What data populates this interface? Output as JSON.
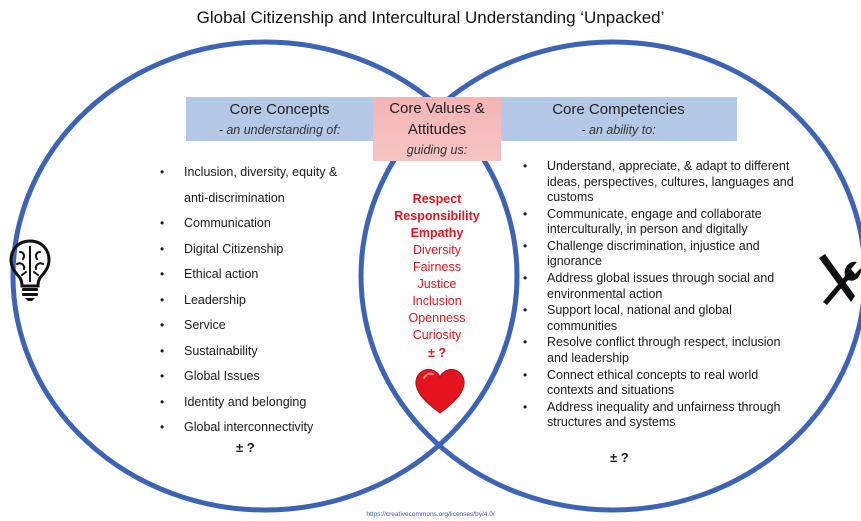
{
  "title": "Global Citizenship and Intercultural Understanding ‘Unpacked’",
  "concepts": {
    "heading": "Core Concepts",
    "subheading": "- an understanding of:",
    "items": [
      "Inclusion, diversity, equity &",
      "anti-discrimination",
      "Communication",
      "Digital Citizenship",
      "Ethical action",
      "Leadership",
      "Service",
      "Sustainability",
      "Global Issues",
      "Identity and belonging",
      "Global interconnectivity"
    ],
    "extra": "± ?"
  },
  "values": {
    "heading_line1": "Core Values &",
    "heading_line2": "Attitudes",
    "subheading": "guiding us:",
    "bold_items": [
      "Respect",
      "Responsibility",
      "Empathy"
    ],
    "items": [
      "Diversity",
      "Fairness",
      "Justice",
      "Inclusion",
      "Openness",
      "Curiosity"
    ],
    "extra": "± ?"
  },
  "competencies": {
    "heading": "Core Competencies",
    "subheading": "- an ability to:",
    "items": [
      "Understand, appreciate, & adapt to different ideas, perspectives, cultures, languages and customs",
      "Communicate, engage and collaborate interculturally, in person and digitally",
      "Challenge discrimination, injustice and ignorance",
      "Address global issues through social and environmental action",
      "Support local, national and global communities",
      "Resolve conflict through respect, inclusion and leadership",
      "Connect ethical concepts to real world contexts and situations",
      "Address inequality and unfairness through structures and systems"
    ],
    "extra": "± ?"
  },
  "footer_link": "https://creativecommons.org/licenses/by/4.0/",
  "icons": {
    "left": "brain-lightbulb-icon",
    "right": "tools-icon",
    "center": "heart-icon"
  },
  "colors": {
    "circle_stroke": "#3d63b4",
    "header_blue": "#b5c9e6",
    "header_pink": "#f4b4b4",
    "values_red": "#e8141c",
    "heart_red": "#e3141e"
  }
}
